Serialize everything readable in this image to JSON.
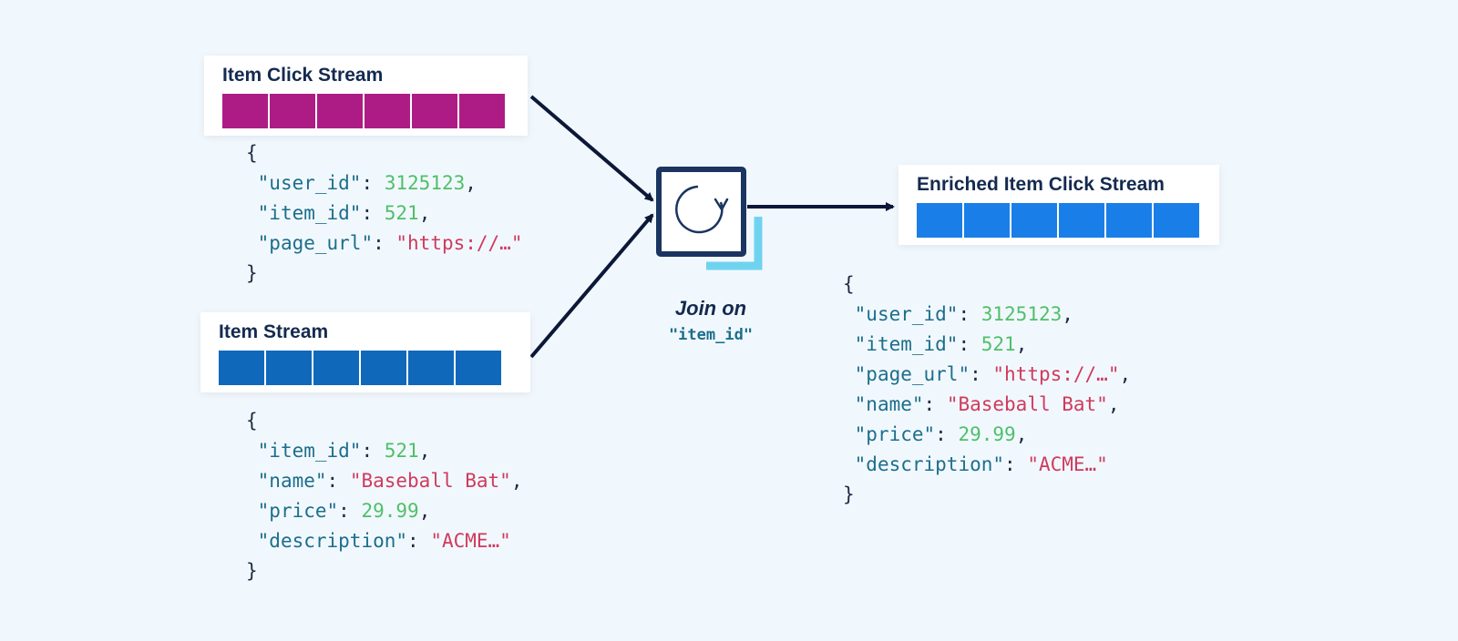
{
  "click_stream": {
    "title": "Item Click Stream",
    "color": "#ad1c84",
    "cell_count": 6,
    "json": [
      {
        "type": "brace",
        "text": "{"
      },
      {
        "type": "pair",
        "key": "\"user_id\"",
        "value": "3125123",
        "value_type": "num",
        "comma": true
      },
      {
        "type": "pair",
        "key": "\"item_id\"",
        "value": "521",
        "value_type": "num",
        "comma": true
      },
      {
        "type": "pair",
        "key": "\"page_url\"",
        "value": "\"https://…\"",
        "value_type": "str",
        "comma": false
      },
      {
        "type": "brace",
        "text": "}"
      }
    ]
  },
  "item_stream": {
    "title": "Item Stream",
    "color": "#0f68ba",
    "cell_count": 6,
    "json": [
      {
        "type": "brace",
        "text": "{"
      },
      {
        "type": "pair",
        "key": "\"item_id\"",
        "value": "521",
        "value_type": "num",
        "comma": true
      },
      {
        "type": "pair",
        "key": "\"name\"",
        "value": "\"Baseball Bat\"",
        "value_type": "str",
        "comma": true
      },
      {
        "type": "pair",
        "key": "\"price\"",
        "value": "29.99",
        "value_type": "num",
        "comma": true
      },
      {
        "type": "pair",
        "key": "\"description\"",
        "value": "\"ACME…\"",
        "value_type": "str",
        "comma": false
      },
      {
        "type": "brace",
        "text": "}"
      }
    ]
  },
  "enriched_stream": {
    "title": "Enriched Item Click Stream",
    "color": "#1a7ee8",
    "cell_count": 6,
    "json": [
      {
        "type": "brace",
        "text": "{"
      },
      {
        "type": "pair",
        "key": "\"user_id\"",
        "value": "3125123",
        "value_type": "num",
        "comma": true
      },
      {
        "type": "pair",
        "key": "\"item_id\"",
        "value": "521",
        "value_type": "num",
        "comma": true
      },
      {
        "type": "pair",
        "key": "\"page_url\"",
        "value": "\"https://…\"",
        "value_type": "str",
        "comma": true
      },
      {
        "type": "pair",
        "key": "\"name\"",
        "value": "\"Baseball Bat\"",
        "value_type": "str",
        "comma": true
      },
      {
        "type": "pair",
        "key": "\"price\"",
        "value": "29.99",
        "value_type": "num",
        "comma": true
      },
      {
        "type": "pair",
        "key": "\"description\"",
        "value": "\"ACME…\"",
        "value_type": "str",
        "comma": false
      },
      {
        "type": "brace",
        "text": "}"
      }
    ]
  },
  "join": {
    "label": "Join on",
    "key": "\"item_id\"",
    "icon": "refresh-processor-icon",
    "box_color": "#1b3460",
    "accent_color": "#6fd3ef"
  },
  "arrow_color": "#0d1838"
}
